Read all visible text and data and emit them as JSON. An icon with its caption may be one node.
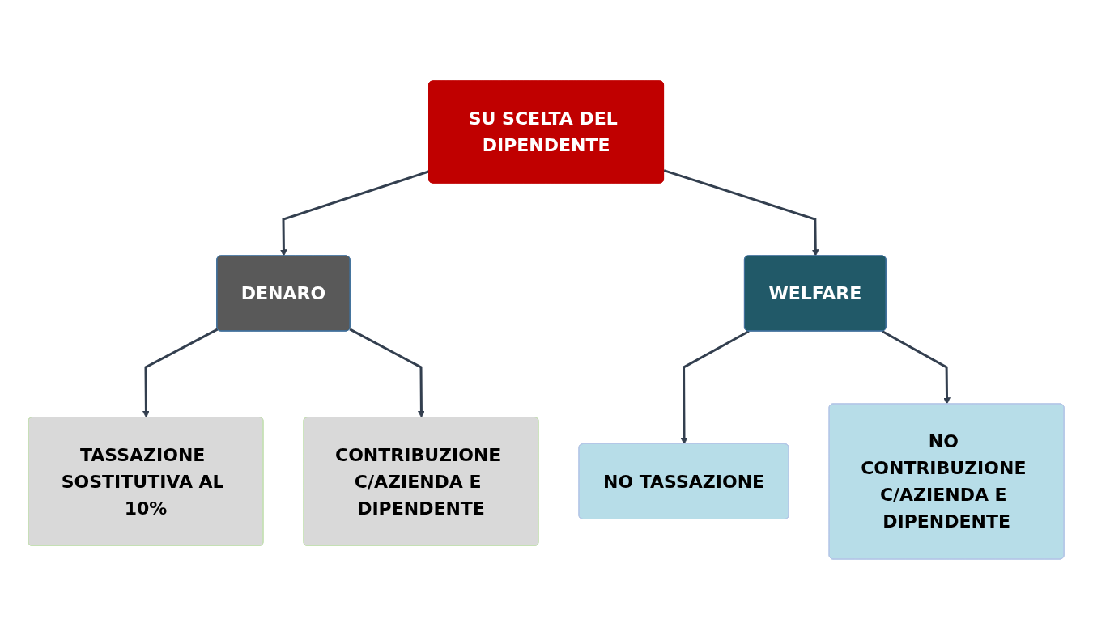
{
  "diagram": {
    "nodes": [
      {
        "text": [
          "SU SCELTA DEL DIPENDENTE"
        ]
      },
      {
        "text": [
          "DENARO"
        ]
      },
      {
        "text": [
          "WELFARE"
        ]
      },
      {
        "text": [
          "TASSAZIONE SOSTITUTIVA AL 10%"
        ]
      },
      {
        "text": [
          "CONTRIBUZIONE C/AZIENDA E DIPENDENTE"
        ]
      },
      {
        "text": [
          "NO TASSAZIONE"
        ]
      },
      {
        "text": [
          "NO CONTRIBUZIONE C/AZIENDA E DIPENDENTE"
        ]
      }
    ],
    "edges": [
      {
        "from": 0,
        "to": 1,
        "arrow": "to"
      },
      {
        "from": 0,
        "to": 2,
        "arrow": "to"
      },
      {
        "from": 1,
        "to": 3,
        "arrow": "to"
      },
      {
        "from": 1,
        "to": 4,
        "arrow": "to"
      },
      {
        "from": 2,
        "to": 5,
        "arrow": "to"
      },
      {
        "from": 2,
        "to": 6,
        "arrow": "to"
      }
    ]
  }
}
